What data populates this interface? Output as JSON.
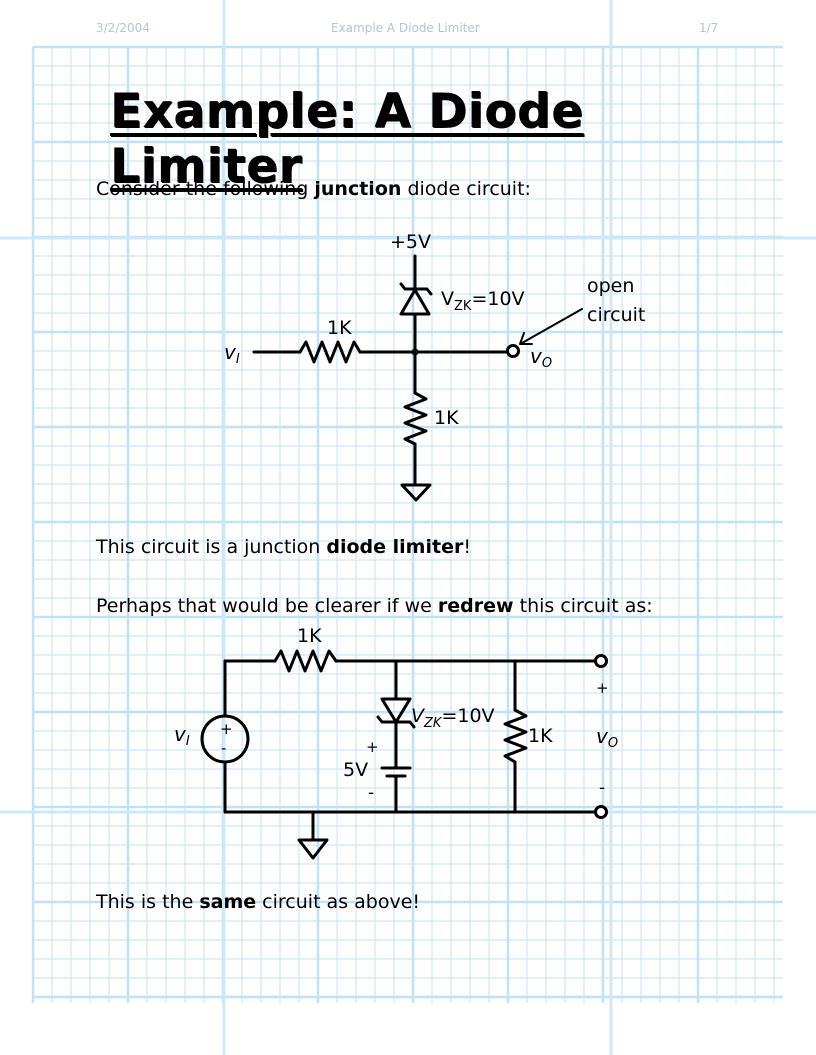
{
  "header": {
    "date": "3/2/2004",
    "doc_title": "Example A Diode Limiter",
    "page": "1/7"
  },
  "title": "Example: A Diode Limiter",
  "para1": {
    "a": "Consider the following ",
    "b": "junction",
    "c": " diode circuit:"
  },
  "para2": {
    "a": "This circuit is a junction ",
    "b": "diode limiter",
    "c": "!"
  },
  "para3": {
    "a": "Perhaps that would be clearer if we ",
    "b": "redrew",
    "c": " this circuit as:"
  },
  "para4": {
    "a": "This is the ",
    "b": "same",
    "c": " circuit as above!"
  },
  "circuit1": {
    "supply": "+5V",
    "vz_label": "V",
    "vz_sub": "ZK",
    "vz_value": "=10V",
    "r1": "1K",
    "r2": "1K",
    "vin": "v",
    "vin_sub": "I",
    "vout": "v",
    "vout_sub": "O",
    "note_line1": "open",
    "note_line2": "circuit"
  },
  "circuit2": {
    "r1": "1K",
    "r2": "1K",
    "vz_label": "V",
    "vz_sub": "ZK",
    "vz_value": "=10V",
    "battery": "5V",
    "plus": "+",
    "minus": "-",
    "vin": "v",
    "vin_sub": "I",
    "vout": "v",
    "vout_sub": "O"
  }
}
